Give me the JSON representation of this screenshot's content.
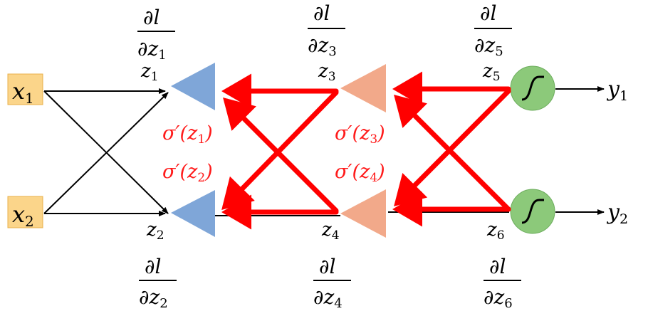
{
  "colors": {
    "input_box_fill": "#fbd58a",
    "input_box_stroke": "#e8b04a",
    "blue_triangle": "#7fa6d8",
    "orange_triangle": "#f2a98a",
    "sigmoid_node": "#8cc97a",
    "sigmoid_node_stroke": "#6cad5c",
    "backprop_arrow": "#ff0000",
    "forward_arrow": "#000000"
  },
  "inputs": [
    {
      "var": "x",
      "sub": "1"
    },
    {
      "var": "x",
      "sub": "2"
    }
  ],
  "outputs": [
    {
      "var": "y",
      "sub": "1"
    },
    {
      "var": "y",
      "sub": "2"
    }
  ],
  "z_labels": [
    {
      "var": "z",
      "sub": "1"
    },
    {
      "var": "z",
      "sub": "2"
    },
    {
      "var": "z",
      "sub": "3"
    },
    {
      "var": "z",
      "sub": "4"
    },
    {
      "var": "z",
      "sub": "5"
    },
    {
      "var": "z",
      "sub": "6"
    }
  ],
  "gradients": [
    {
      "num": "∂l",
      "den": "∂z",
      "sub": "1"
    },
    {
      "num": "∂l",
      "den": "∂z",
      "sub": "2"
    },
    {
      "num": "∂l",
      "den": "∂z",
      "sub": "3"
    },
    {
      "num": "∂l",
      "den": "∂z",
      "sub": "4"
    },
    {
      "num": "∂l",
      "den": "∂z",
      "sub": "5"
    },
    {
      "num": "∂l",
      "den": "∂z",
      "sub": "6"
    }
  ],
  "sigma_primes": [
    {
      "pre": "σ′(z",
      "sub": "1",
      "post": ")"
    },
    {
      "pre": "σ′(z",
      "sub": "2",
      "post": ")"
    },
    {
      "pre": "σ′(z",
      "sub": "3",
      "post": ")"
    },
    {
      "pre": "σ′(z",
      "sub": "4",
      "post": ")"
    }
  ],
  "icons": {
    "triangle_nodes": "triangle-left-icon",
    "sigmoid_nodes": "sigmoid-curve-icon"
  }
}
